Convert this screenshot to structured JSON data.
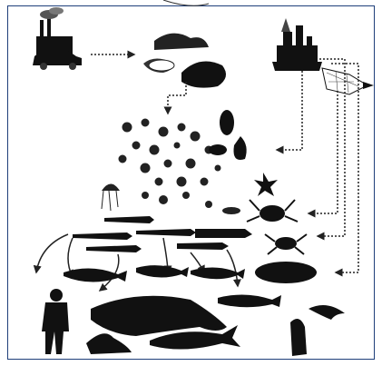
{
  "diagram": {
    "nodes": [
      {
        "name": "factory-and-car",
        "icon": "factory-car-icon"
      },
      {
        "name": "ice-floes",
        "icon": "ice-floe-icon"
      },
      {
        "name": "oil-platform",
        "icon": "oil-platform-icon"
      },
      {
        "name": "fishing-net",
        "icon": "trawl-net-icon"
      },
      {
        "name": "plankton",
        "icon": "plankton-icon"
      },
      {
        "name": "benthos",
        "icon": "benthos-icon"
      },
      {
        "name": "forage-fish",
        "icon": "fish-icon"
      },
      {
        "name": "crabs",
        "icon": "crab-icon"
      },
      {
        "name": "predatory-fish",
        "icon": "cod-icon"
      },
      {
        "name": "top-predators",
        "icon": "whale-seal-bird-human-icon"
      }
    ],
    "arrow_style": {
      "dotted": "#222222",
      "solid": "#222222"
    }
  },
  "colors": {
    "frame": "#1f3f7a",
    "ink": "#111111",
    "background": "#ffffff"
  }
}
